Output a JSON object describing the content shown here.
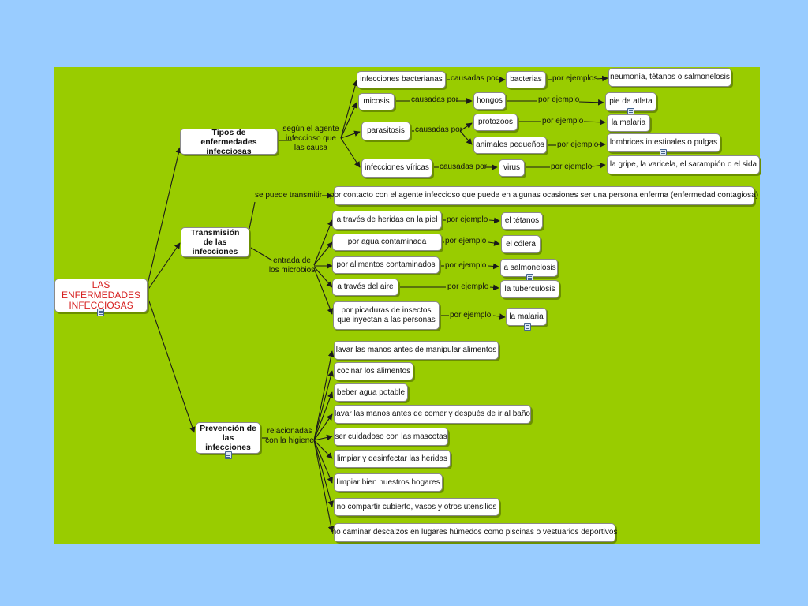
{
  "root": "LAS ENFERMEDADES INFECCIOSAS",
  "branches": {
    "tipos": "Tipos de enfermedades infecciosas",
    "transmision": "Transmisión de las infecciones",
    "prevencion": "Prevención de las infecciones"
  },
  "link_labels": {
    "segun": "según el agente infeccioso que las causa",
    "transmitir": "se puede transmitir",
    "entrada": "entrada de los microbios",
    "higiene": "relacionadas con la higiene",
    "causadas_por": "causadas por",
    "por_ejemplo": "por ejemplo",
    "por_ejemplos": "por ejemplos"
  },
  "tipos": {
    "bacterianas": "infecciones bacterianas",
    "bacterias": "bacterias",
    "bacterias_ej": "neumonía, tétanos o salmonelosis",
    "micosis": "micosis",
    "hongos": "hongos",
    "hongos_ej": "pie de atleta",
    "parasitosis": "parasitosis",
    "protozoos": "protozoos",
    "protozoos_ej": "la malaria",
    "animales": "animales pequeños",
    "animales_ej": "lombrices intestinales o pulgas",
    "viricas": "infecciones víricas",
    "virus": "virus",
    "virus_ej": "la gripe, la varicela, el sarampión o el sida"
  },
  "transmision": {
    "contacto": "por contacto con el agente infeccioso que puede en algunas ocasiones ser una persona enferma (enfermedad contagiosa)",
    "heridas": "a través de heridas en la piel",
    "heridas_ej": "el tétanos",
    "agua": "por agua contaminada",
    "agua_ej": "el cólera",
    "alimentos": "por alimentos contaminados",
    "alimentos_ej": "la salmonelosis",
    "aire": "a través del aire",
    "aire_ej": "la tuberculosis",
    "picaduras": "por picaduras de insectos que inyectan a las personas",
    "picaduras_ej": "la malaria"
  },
  "prevencion": [
    "lavar las manos antes de manipular alimentos",
    "cocinar los alimentos",
    "beber agua potable",
    "lavar las manos antes de comer y después de ir al baño",
    "ser cuidadoso con las mascotas",
    "limpiar y desinfectar las heridas",
    "limpiar bien nuestros hogares",
    "no compartir cubierto, vasos y otros utensilios",
    "no caminar descalzos en lugares húmedos como piscinas o vestuarios deportivos"
  ],
  "colors": {
    "page_background": "#99ccff",
    "map_background": "#99cc00",
    "root_text": "#d61f1f",
    "connector": "#1a1a1a"
  }
}
